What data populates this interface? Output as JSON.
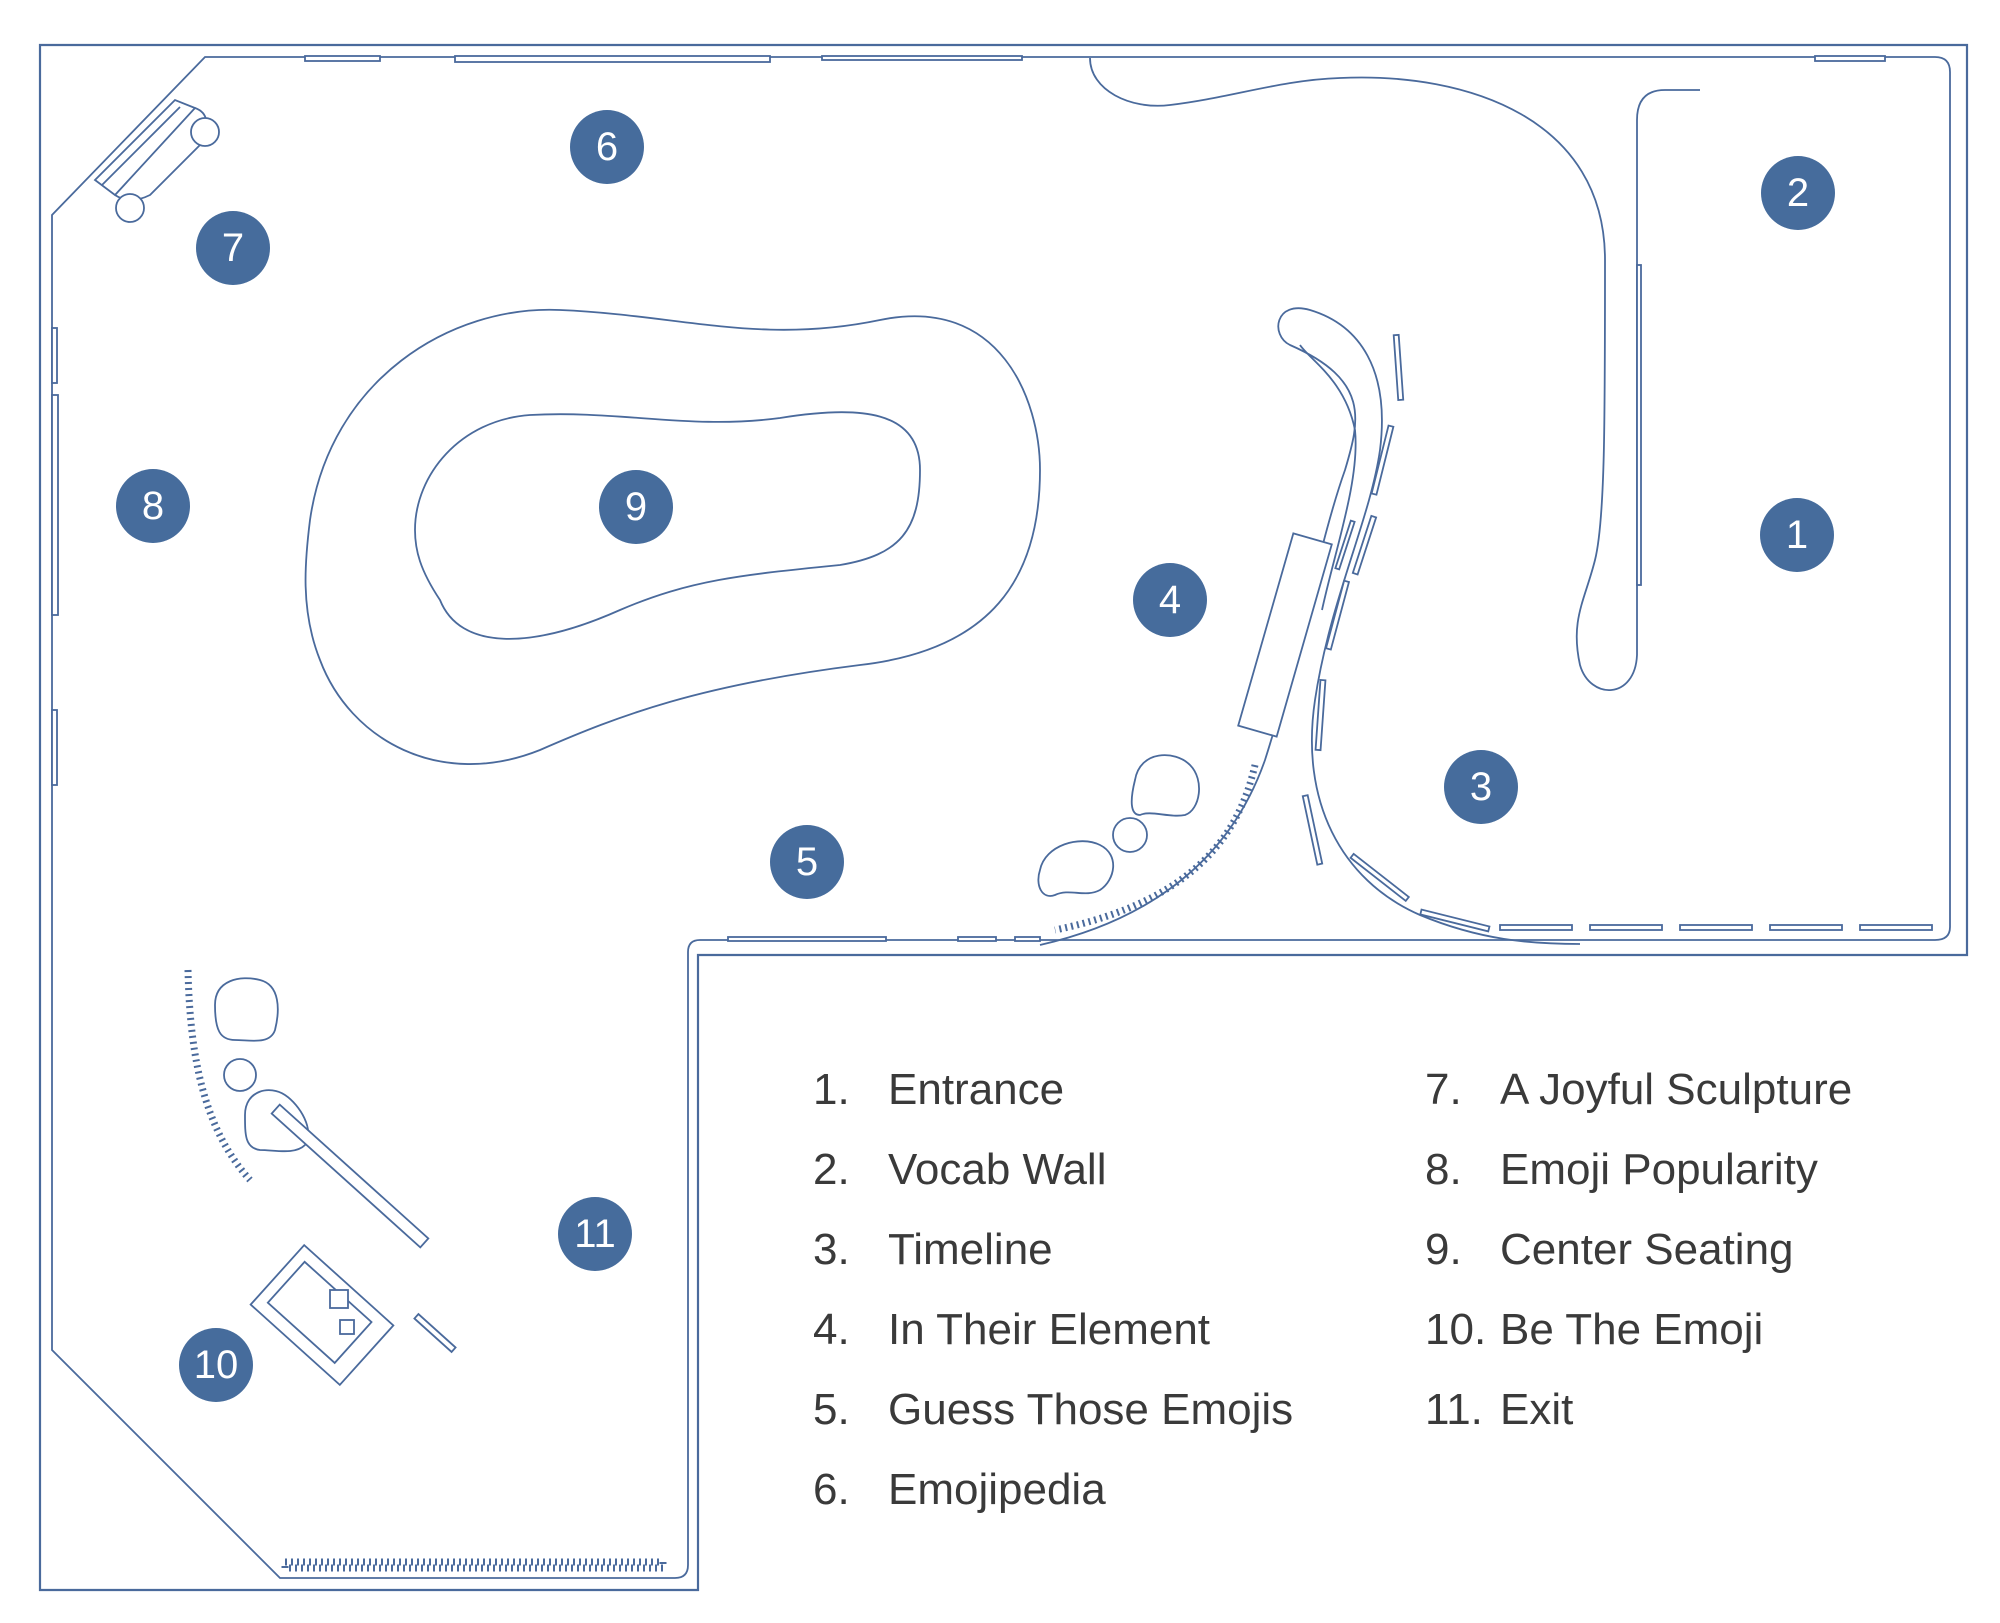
{
  "colors": {
    "accent": "#466c9c",
    "line": "#4a6a9c",
    "text": "#3a3a3a",
    "background": "#ffffff"
  },
  "markers": [
    {
      "label": "1"
    },
    {
      "label": "2"
    },
    {
      "label": "3"
    },
    {
      "label": "4"
    },
    {
      "label": "5"
    },
    {
      "label": "6"
    },
    {
      "label": "7"
    },
    {
      "label": "8"
    },
    {
      "label": "9"
    },
    {
      "label": "10"
    },
    {
      "label": "11"
    }
  ],
  "legend": [
    {
      "number": "1.",
      "name": "Entrance"
    },
    {
      "number": "2.",
      "name": "Vocab Wall"
    },
    {
      "number": "3.",
      "name": "Timeline"
    },
    {
      "number": "4.",
      "name": "In Their Element"
    },
    {
      "number": "5.",
      "name": "Guess Those Emojis"
    },
    {
      "number": "6.",
      "name": "Emojipedia"
    },
    {
      "number": "7.",
      "name": "A Joyful Sculpture"
    },
    {
      "number": "8.",
      "name": "Emoji Popularity"
    },
    {
      "number": "9.",
      "name": "Center Seating"
    },
    {
      "number": "10.",
      "name": "Be The Emoji"
    },
    {
      "number": "11.",
      "name": "Exit"
    }
  ]
}
